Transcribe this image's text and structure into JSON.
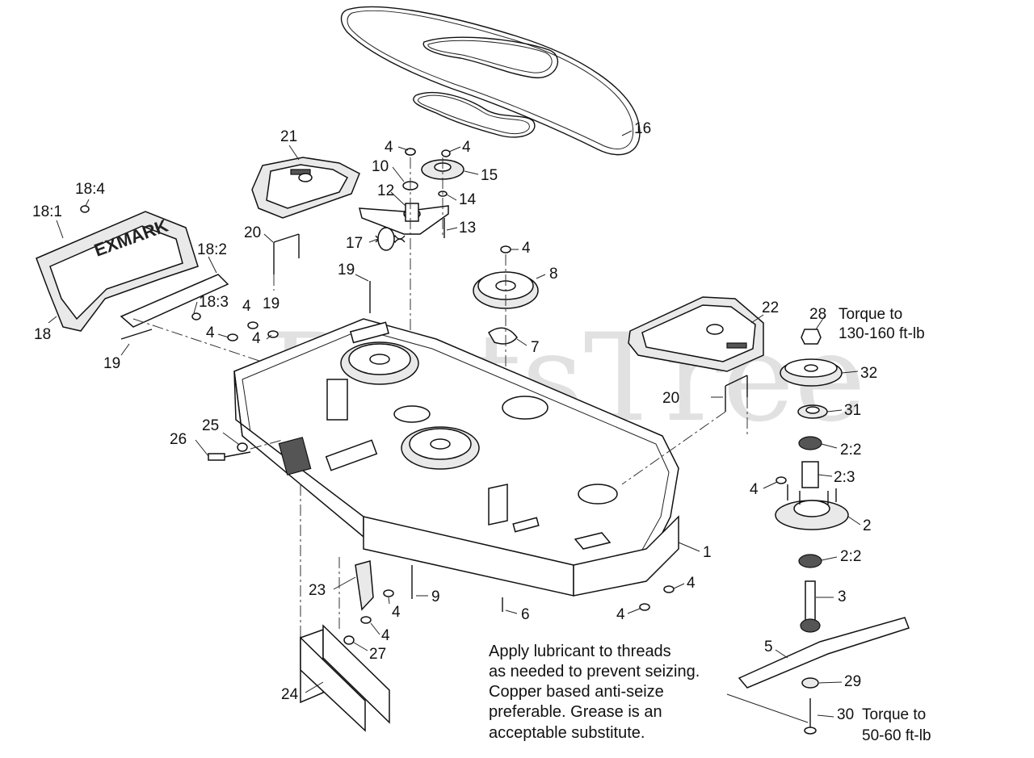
{
  "watermark": "PartsTree",
  "callouts": [
    {
      "id": "c-16",
      "text": "16"
    },
    {
      "id": "c-4a",
      "text": "4"
    },
    {
      "id": "c-4b",
      "text": "4"
    },
    {
      "id": "c-21",
      "text": "21"
    },
    {
      "id": "c-10",
      "text": "10"
    },
    {
      "id": "c-15",
      "text": "15"
    },
    {
      "id": "c-12",
      "text": "12"
    },
    {
      "id": "c-14",
      "text": "14"
    },
    {
      "id": "c-18-4",
      "text": "18:4"
    },
    {
      "id": "c-13",
      "text": "13"
    },
    {
      "id": "c-18-1",
      "text": "18:1"
    },
    {
      "id": "c-20a",
      "text": "20"
    },
    {
      "id": "c-17",
      "text": "17"
    },
    {
      "id": "c-4c",
      "text": "4"
    },
    {
      "id": "c-18-2",
      "text": "18:2"
    },
    {
      "id": "c-19a",
      "text": "19"
    },
    {
      "id": "c-8",
      "text": "8"
    },
    {
      "id": "c-18-3",
      "text": "18:3"
    },
    {
      "id": "c-4d",
      "text": "4"
    },
    {
      "id": "c-19b",
      "text": "19"
    },
    {
      "id": "c-22",
      "text": "22"
    },
    {
      "id": "c-28",
      "text": "28"
    },
    {
      "id": "c-4e",
      "text": "4"
    },
    {
      "id": "c-4f",
      "text": "4"
    },
    {
      "id": "c-18",
      "text": "18"
    },
    {
      "id": "c-7",
      "text": "7"
    },
    {
      "id": "c-19c",
      "text": "19"
    },
    {
      "id": "c-32",
      "text": "32"
    },
    {
      "id": "c-20b",
      "text": "20"
    },
    {
      "id": "c-31",
      "text": "31"
    },
    {
      "id": "c-25",
      "text": "25"
    },
    {
      "id": "c-26",
      "text": "26"
    },
    {
      "id": "c-2-2a",
      "text": "2:2"
    },
    {
      "id": "c-2-3",
      "text": "2:3"
    },
    {
      "id": "c-4g",
      "text": "4"
    },
    {
      "id": "c-2",
      "text": "2"
    },
    {
      "id": "c-1",
      "text": "1"
    },
    {
      "id": "c-2-2b",
      "text": "2:2"
    },
    {
      "id": "c-4h",
      "text": "4"
    },
    {
      "id": "c-23",
      "text": "23"
    },
    {
      "id": "c-9",
      "text": "9"
    },
    {
      "id": "c-4i",
      "text": "4"
    },
    {
      "id": "c-3",
      "text": "3"
    },
    {
      "id": "c-6",
      "text": "6"
    },
    {
      "id": "c-4j",
      "text": "4"
    },
    {
      "id": "c-4k",
      "text": "4"
    },
    {
      "id": "c-27",
      "text": "27"
    },
    {
      "id": "c-5",
      "text": "5"
    },
    {
      "id": "c-29",
      "text": "29"
    },
    {
      "id": "c-24",
      "text": "24"
    },
    {
      "id": "c-30",
      "text": "30"
    }
  ],
  "torque_28": [
    "Torque to",
    "130-160 ft-lb"
  ],
  "torque_30": [
    "Torque to",
    "50-60 ft-lb"
  ],
  "lubricant_note": [
    "Apply lubricant to threads",
    "as needed to prevent seizing.",
    "Copper  based anti-seize",
    "preferable. Grease is an",
    "acceptable substitute."
  ]
}
